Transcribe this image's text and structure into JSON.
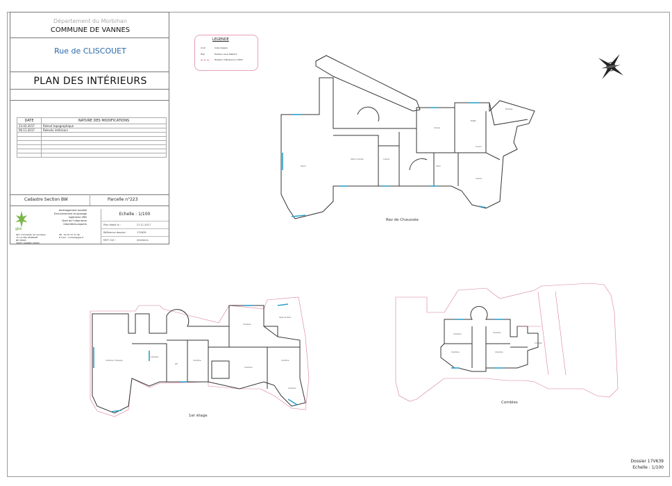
{
  "cartouche": {
    "departement": "Département du Morbihan",
    "commune": "COMMUNE DE VANNES",
    "rue": "Rue de CLISCOUET",
    "plan_title": "PLAN DES INTÉRIEURS",
    "modifications": {
      "headers": [
        "DATE",
        "NATURE DES MODIFICATIONS"
      ],
      "rows": [
        [
          "23.03.2017",
          "Relevé topographique"
        ],
        [
          "06.11.2017",
          "Relevés intérieurs"
        ]
      ]
    },
    "cadastre": "Cadastre   Section BW",
    "parcelle": "Parcelle n°223",
    "services": [
      "Aménagement durable",
      "Environnement et paysage",
      "Ingénierie VRD",
      "Droit de l'urbanisme",
      "Géomètres-experts"
    ],
    "address_lines": [
      "Parc d'Activités de Laroiseau",
      "75 rue Elie MAREART",
      "BP 30348",
      "56007 VANNES CEDEX"
    ],
    "contact_lines": [
      "Tél : 02 97 47 27 90",
      "E-mail : contact@gbe.fr"
    ],
    "echelle": "Echelle : 1/100",
    "plan_etabli_label": "Plan établi le :",
    "plan_etabli_date": "27.11.2017",
    "reference_label": "Référence dossier :",
    "reference_value": "17V639",
    "mot_cle_label": "MOT CLE :",
    "mot_cle_value": "interieurs"
  },
  "legend": {
    "title": "LEGENDE",
    "items": [
      {
        "code": "2.10",
        "text": "Cote linéaire"
      },
      {
        "code": "Hsp",
        "text": "Hauteur sous Plafond"
      },
      {
        "code": "",
        "text": "Hauteur inférieure à 1.80m"
      }
    ]
  },
  "labels": {
    "rdc": "Rez de Chaussée",
    "etage": "1er étage",
    "combles": "Combles"
  },
  "footer": {
    "dossier": "Dossier 17V639",
    "echelle": "Echelle : 1/100"
  },
  "colors": {
    "cadastre": "#d87a9a",
    "windows": "#2b9fc6",
    "title_blue": "#2a68a8"
  },
  "icons": [
    "north-arrow-icon",
    "company-logo-icon"
  ]
}
